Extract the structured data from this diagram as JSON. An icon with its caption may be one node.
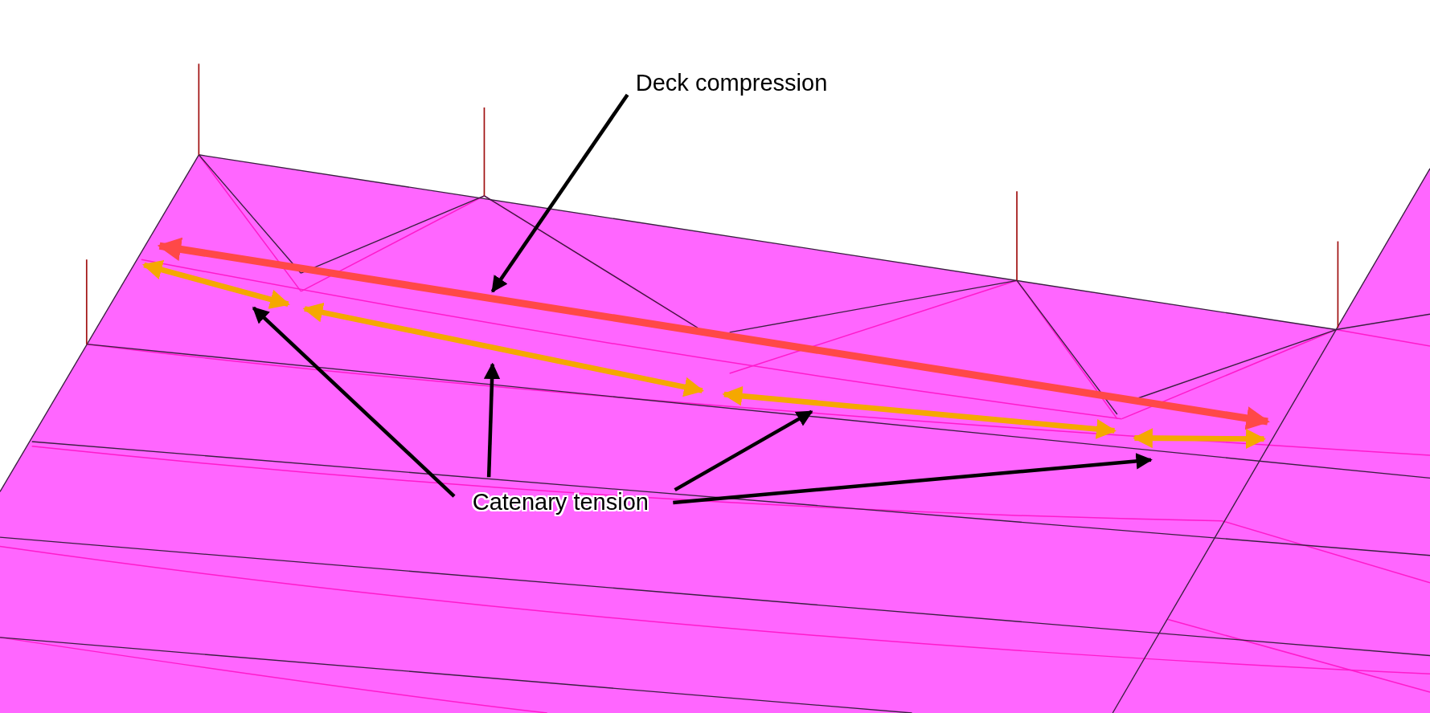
{
  "diagram": {
    "nodes": [
      {
        "text": [
          "Deck compression"
        ]
      },
      {
        "text": [
          "Catenary tension"
        ]
      }
    ],
    "edges": [
      {
        "from": 0,
        "to": null,
        "arrow": "to"
      },
      {
        "from": 1,
        "to": null,
        "arrow": "to"
      },
      {
        "from": 1,
        "to": null,
        "arrow": "to"
      },
      {
        "from": 1,
        "to": null,
        "arrow": "to"
      },
      {
        "from": 1,
        "to": null,
        "arrow": "to"
      }
    ]
  }
}
